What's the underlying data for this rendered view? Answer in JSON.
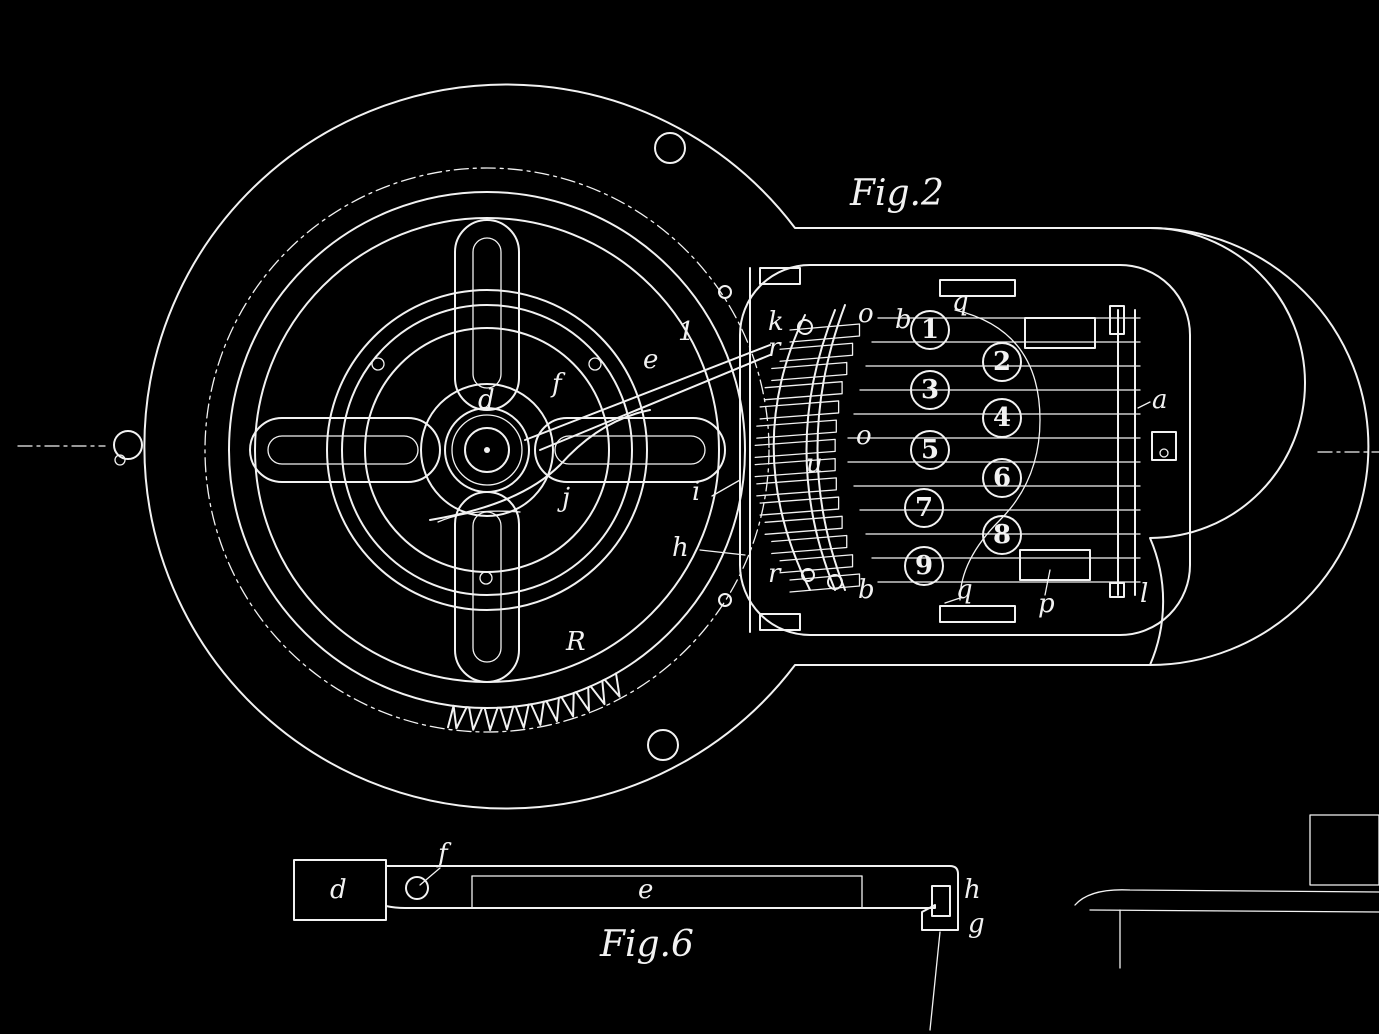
{
  "figures": {
    "fig2_title": "Fig.2",
    "fig6_title": "Fig.6"
  },
  "fig2_labels": {
    "a": "a",
    "b_top": "b",
    "b_bottom": "b",
    "d": "d",
    "e": "e",
    "f": "f",
    "h": "h",
    "i": "i",
    "j": "j",
    "k": "k",
    "l": "l",
    "o_top": "o",
    "o_mid": "o",
    "p": "p",
    "q_top": "q",
    "q_bottom": "q",
    "r_top": "r",
    "r_bottom": "r",
    "R": "R",
    "one": "1",
    "u": "u"
  },
  "keys": [
    "1",
    "2",
    "3",
    "4",
    "5",
    "6",
    "7",
    "8",
    "9"
  ],
  "fig6_labels": {
    "d": "d",
    "f": "f",
    "e": "e",
    "h": "h",
    "g": "g"
  }
}
